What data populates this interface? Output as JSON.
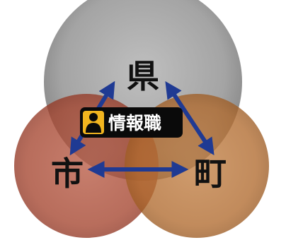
{
  "labels": {
    "prefecture": "県",
    "city": "市",
    "town": "町",
    "badge": "情報職"
  },
  "colors": {
    "prefecture_circle": "#8e8e8e",
    "city_circle": "#a8402b",
    "town_circle": "#b06a2e",
    "arrow": "#1f3a93",
    "badge_bg": "#0a0a0a",
    "person_icon": "#f2b51f"
  },
  "icons": {
    "badge": "person-icon"
  }
}
